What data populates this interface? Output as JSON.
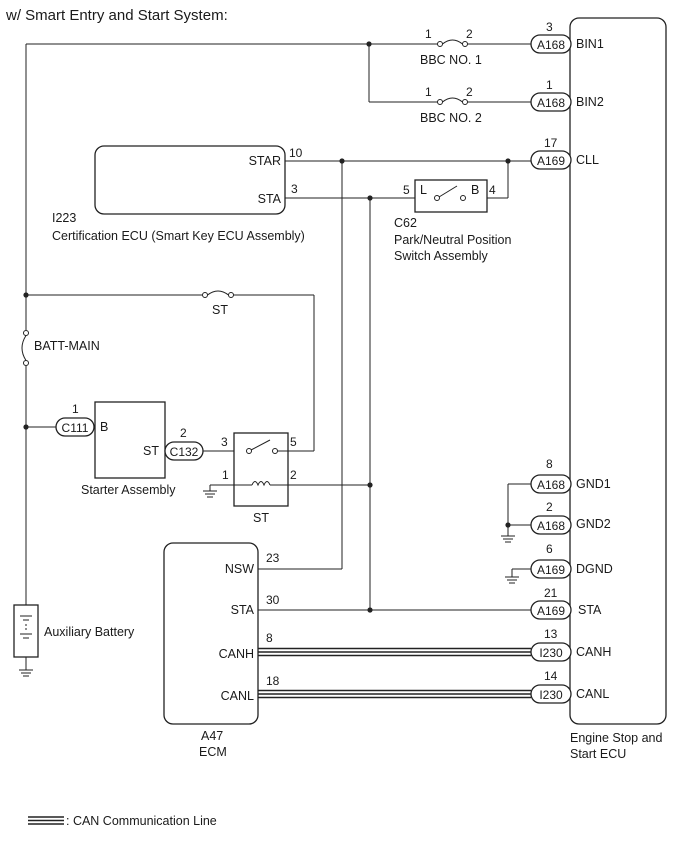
{
  "title": "w/ Smart Entry and Start System:",
  "components": {
    "engine_stop_ecu": {
      "name_line1": "Engine Stop and",
      "name_line2": "Start ECU"
    },
    "cert_ecu": {
      "code": "I223",
      "name": "Certification ECU (Smart Key ECU Assembly)",
      "pin_star": "STAR",
      "pin_sta": "STA",
      "pin_star_num": "10",
      "pin_sta_num": "3"
    },
    "pn_switch": {
      "code": "C62",
      "name_line1": "Park/Neutral Position",
      "name_line2": "Switch Assembly",
      "pin_l": "L",
      "pin_b": "B",
      "pin_l_num": "5",
      "pin_b_num": "4"
    },
    "starter": {
      "name": "Starter Assembly",
      "pin_b": "B",
      "pin_st": "ST",
      "conn_b": "C111",
      "conn_b_pin": "1",
      "conn_st": "C132",
      "conn_st_pin": "2"
    },
    "st_relay": {
      "name": "ST",
      "pin3": "3",
      "pin5": "5",
      "pin1": "1",
      "pin2": "2"
    },
    "ecm": {
      "code": "A47",
      "name": "ECM",
      "pin_nsw": "NSW",
      "pin_sta": "STA",
      "pin_canh": "CANH",
      "pin_canl": "CANL",
      "nsw_num": "23",
      "sta_num": "30",
      "canh_num": "8",
      "canl_num": "18"
    },
    "battery": {
      "name": "Auxiliary Battery"
    }
  },
  "fuses": {
    "bbc1": {
      "name": "BBC NO. 1",
      "pin_a": "1",
      "pin_b": "2"
    },
    "bbc2": {
      "name": "BBC NO. 2",
      "pin_a": "1",
      "pin_b": "2"
    },
    "st": {
      "name": "ST"
    },
    "batt_main": {
      "name": "BATT-MAIN"
    }
  },
  "ecu_terminals": [
    {
      "pin": "3",
      "connector": "A168",
      "label": "BIN1"
    },
    {
      "pin": "1",
      "connector": "A168",
      "label": "BIN2"
    },
    {
      "pin": "17",
      "connector": "A169",
      "label": "CLL"
    },
    {
      "pin": "8",
      "connector": "A168",
      "label": "GND1"
    },
    {
      "pin": "2",
      "connector": "A168",
      "label": "GND2"
    },
    {
      "pin": "6",
      "connector": "A169",
      "label": "DGND"
    },
    {
      "pin": "21",
      "connector": "A169",
      "label": "STA"
    },
    {
      "pin": "13",
      "connector": "I230",
      "label": "CANH"
    },
    {
      "pin": "14",
      "connector": "I230",
      "label": "CANL"
    }
  ],
  "legend": {
    "text": ": CAN Communication Line"
  }
}
